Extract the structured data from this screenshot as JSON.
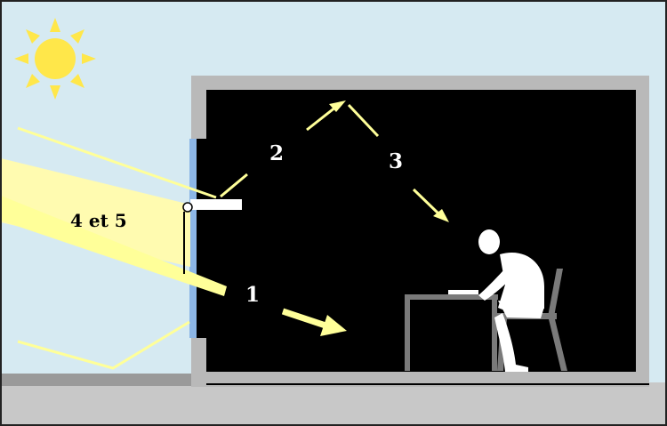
{
  "labels": {
    "ray1": "1",
    "ray2": "2",
    "ray3": "3",
    "rays45": "4 et 5"
  },
  "colors": {
    "sky": "#d6eaf2",
    "ground": "#c8c8c8",
    "wall": "#b9b9b9",
    "room": "#000000",
    "sun": "#ffe74a",
    "ray": "#ffff99",
    "ray_beam": "#fffbb0",
    "window": "#8cb6e6",
    "furniture": "#7a7a7a",
    "person": "#ffffff",
    "border": "#222222"
  },
  "icons": {
    "sun": "sun-icon",
    "person": "seated-person-icon",
    "desk": "desk-icon",
    "chair": "chair-icon",
    "light_shelf": "light-shelf-icon"
  }
}
